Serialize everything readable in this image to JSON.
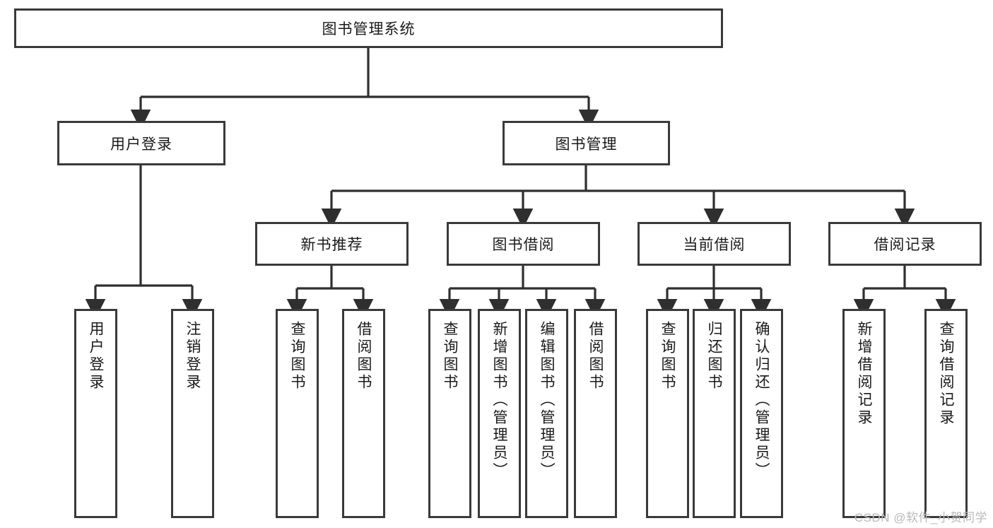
{
  "diagram": {
    "title": "图书管理系统",
    "type": "hierarchy-tree",
    "root": {
      "label": "图书管理系统"
    },
    "level2": [
      {
        "label": "用户登录"
      },
      {
        "label": "图书管理"
      }
    ],
    "level3": [
      {
        "label": "新书推荐",
        "parent": "图书管理"
      },
      {
        "label": "图书借阅",
        "parent": "图书管理"
      },
      {
        "label": "当前借阅",
        "parent": "图书管理"
      },
      {
        "label": "借阅记录",
        "parent": "图书管理"
      }
    ],
    "leaves": [
      {
        "label": "用户登录",
        "parent": "用户登录"
      },
      {
        "label": "注销登录",
        "parent": "用户登录"
      },
      {
        "label": "查询图书",
        "parent": "新书推荐"
      },
      {
        "label": "借阅图书",
        "parent": "新书推荐"
      },
      {
        "label": "查询图书",
        "parent": "图书借阅"
      },
      {
        "label": "新增图书（管理员）",
        "parent": "图书借阅"
      },
      {
        "label": "编辑图书（管理员）",
        "parent": "图书借阅"
      },
      {
        "label": "借阅图书",
        "parent": "图书借阅"
      },
      {
        "label": "查询图书",
        "parent": "当前借阅"
      },
      {
        "label": "归还图书",
        "parent": "当前借阅"
      },
      {
        "label": "确认归还（管理员）",
        "parent": "当前借阅"
      },
      {
        "label": "新增借阅记录",
        "parent": "借阅记录"
      },
      {
        "label": "查询借阅记录",
        "parent": "借阅记录"
      }
    ]
  },
  "watermark": {
    "text": "CSDN @软件_小贺同学"
  },
  "colors": {
    "box_border": "#3a3a3a",
    "line": "#2f2f2f",
    "text": "#1a1a1a",
    "watermark": "#b9b9b9"
  }
}
